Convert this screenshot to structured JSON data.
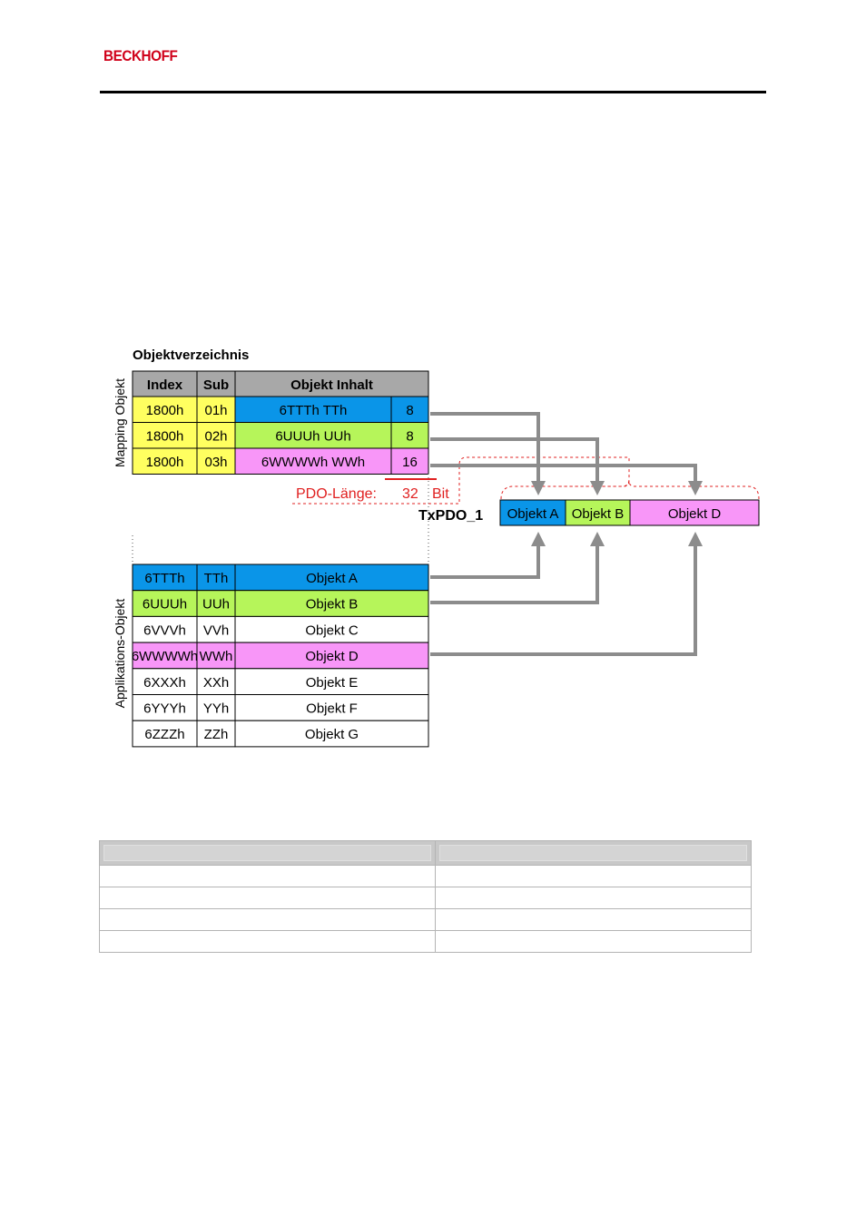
{
  "header": {
    "brand": "BECKHOFF",
    "brand_color": "#d0021b"
  },
  "diagram": {
    "title": "Objektverzeichnis",
    "side_label_mapping": "Mapping Objekt",
    "side_label_application": "Applikations-Objekt",
    "columns": [
      "Index",
      "Sub",
      "Objekt Inhalt"
    ],
    "mapping_rows": [
      {
        "index": "1800h",
        "sub": "01h",
        "content": "6TTTh TTh",
        "bits": "8",
        "color": "#0a95e8"
      },
      {
        "index": "1800h",
        "sub": "02h",
        "content": "6UUUh UUh",
        "bits": "8",
        "color": "#b6f55a"
      },
      {
        "index": "1800h",
        "sub": "03h",
        "content": "6WWWWh WWh",
        "bits": "16",
        "color": "#f896f8"
      }
    ],
    "pdo_length_label": "PDO-Länge:",
    "pdo_length_value": "32",
    "pdo_length_unit": "Bit",
    "pdo_name": "TxPDO_1",
    "pdo_objects": [
      {
        "label": "Objekt A",
        "color": "#0a95e8"
      },
      {
        "label": "Objekt B",
        "color": "#b6f55a"
      },
      {
        "label": "Objekt D",
        "color": "#f896f8"
      }
    ],
    "application_rows": [
      {
        "index": "6TTTh",
        "sub": "TTh",
        "label": "Objekt A",
        "color": "#0a95e8"
      },
      {
        "index": "6UUUh",
        "sub": "UUh",
        "label": "Objekt B",
        "color": "#b6f55a"
      },
      {
        "index": "6VVVh",
        "sub": "VVh",
        "label": "Objekt C",
        "color": "#ffffff"
      },
      {
        "index": "6WWWWh",
        "sub": "WWh",
        "label": "Objekt D",
        "color": "#f896f8"
      },
      {
        "index": "6XXXh",
        "sub": "XXh",
        "label": "Objekt E",
        "color": "#ffffff"
      },
      {
        "index": "6YYYh",
        "sub": "YYh",
        "label": "Objekt F",
        "color": "#ffffff"
      },
      {
        "index": "6ZZZh",
        "sub": "ZZh",
        "label": "Objekt G",
        "color": "#ffffff"
      }
    ],
    "header_color": "#a8a8a8",
    "index_color": "#ffff60",
    "arrow_color": "#8c8c8c",
    "accent_red": "#e02020"
  }
}
